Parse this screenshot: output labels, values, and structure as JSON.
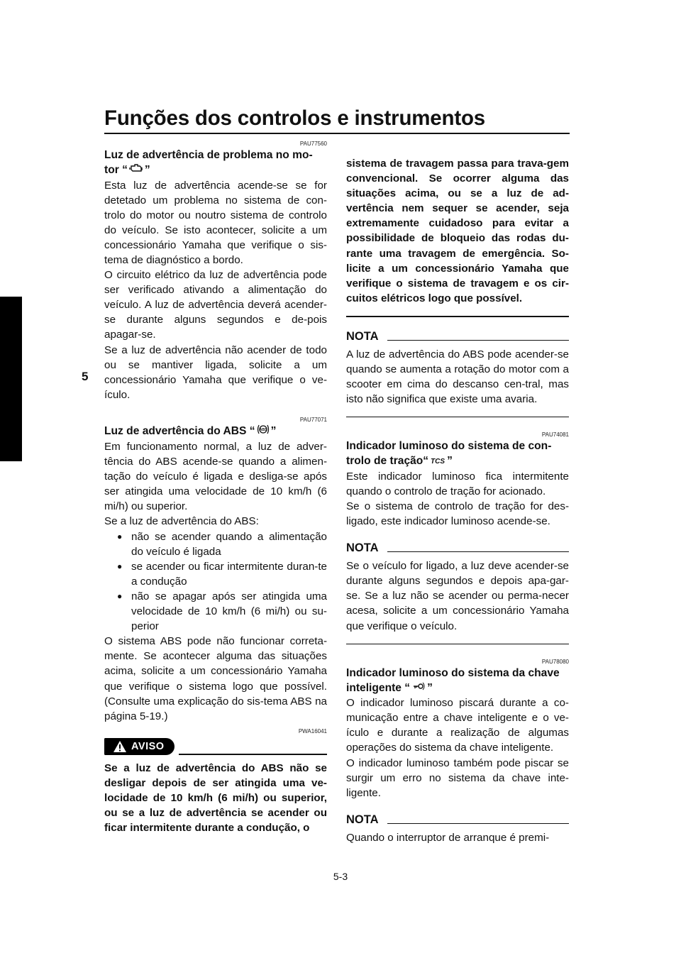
{
  "header": {
    "title": "Funções dos controlos e instrumentos"
  },
  "chapter": {
    "number": "5"
  },
  "page": {
    "number": "5-3"
  },
  "left": {
    "s1": {
      "code": "PAU77560",
      "title_a": "Luz de advertência de problema no mo-",
      "title_b_pre": "tor “",
      "title_b_post": "”",
      "icon": "engine-check-icon",
      "p1": "Esta luz de advertência acende-se se for detetado um problema no sistema de con-trolo do motor ou noutro sistema de controlo do veículo. Se isto acontecer, solicite a um concessionário Yamaha que verifique o sis-tema de diagnóstico a bordo.",
      "p2": "O circuito elétrico da luz de advertência pode ser verificado ativando a alimentação do veículo. A luz de advertência deverá acender-se durante alguns segundos e de-pois apagar-se.",
      "p3": "Se a luz de advertência não acender de todo ou se mantiver ligada, solicite a um concessionário Yamaha que verifique o ve-ículo."
    },
    "s2": {
      "code": "PAU77071",
      "title_pre": "Luz de advertência do ABS “",
      "title_post": "”",
      "icon": "abs-icon",
      "p1": "Em funcionamento normal, a luz de adver-tência do ABS acende-se quando a alimen-tação do veículo é ligada e desliga-se após ser atingida uma velocidade de 10 km/h (6 mi/h) ou superior.",
      "p2": "Se a luz de advertência do ABS:",
      "bullets": [
        "não se acender quando a alimentação do veículo é ligada",
        "se acender ou ficar intermitente duran-te a condução",
        "não se apagar após ser atingida uma velocidade de 10 km/h (6 mi/h) ou su-perior"
      ],
      "p3": "O sistema ABS pode não funcionar correta-mente. Se acontecer alguma das situações acima, solicite a um concessionário Yamaha que verifique o sistema logo que possível. (Consulte uma explicação do sis-tema ABS na página 5-19.)",
      "warn_code": "PWA16041",
      "warn_label": "AVISO",
      "warn_text": "Se a luz de advertência do ABS não se desligar depois de ser atingida uma ve-locidade de 10 km/h (6 mi/h) ou superior, ou se a luz de advertência se acender ou ficar intermitente durante a condução, o"
    }
  },
  "right": {
    "warn_cont": "sistema de travagem passa para trava-gem convencional. Se ocorrer alguma das situações acima, ou se a luz de ad-vertência nem sequer se acender, seja extremamente cuidadoso para evitar a possibilidade de bloqueio das rodas du-rante uma travagem de emergência. So-licite a um concessionário Yamaha que verifique o sistema de travagem e os cir-cuitos elétricos logo que possível.",
    "note1": {
      "label": "NOTA",
      "text": "A luz de advertência do ABS pode acender-se quando se aumenta a rotação do motor com a scooter em cima do descanso cen-tral, mas isto não significa que existe uma avaria."
    },
    "s3": {
      "code": "PAU74081",
      "title_a": "Indicador luminoso do sistema de con-",
      "title_b_pre": "trolo de tração“",
      "title_b_post": "”",
      "icon": "tcs-icon",
      "icon_text": "TCS",
      "p1": "Este indicador luminoso fica intermitente quando o controlo de tração for acionado.",
      "p2": "Se o sistema de controlo de tração for des-ligado, este indicador luminoso acende-se."
    },
    "note2": {
      "label": "NOTA",
      "text": "Se o veículo for ligado, a luz deve acender-se durante alguns segundos e depois apa-gar-se. Se a luz não se acender ou perma-necer acesa, solicite a um concessionário Yamaha que verifique o veículo."
    },
    "s4": {
      "code": "PAU78080",
      "title_a": "Indicador luminoso do sistema da chave",
      "title_b_pre": "inteligente “",
      "title_b_post": "”",
      "icon": "smart-key-icon",
      "p1": "O indicador luminoso piscará durante a co-municação entre a chave inteligente e o ve-ículo e durante a realização de algumas operações do sistema da chave inteligente.",
      "p2": "O indicador luminoso também pode piscar se surgir um erro no sistema da chave inte-ligente."
    },
    "note3": {
      "label": "NOTA",
      "text": "Quando o interruptor de arranque é premi-"
    }
  }
}
